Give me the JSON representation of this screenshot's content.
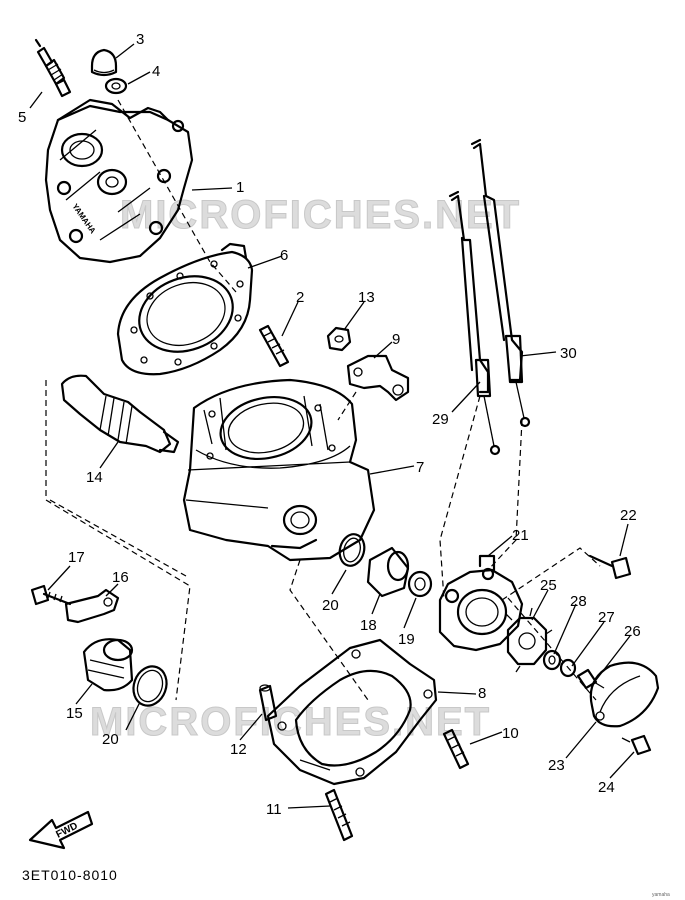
{
  "watermarks": [
    "MICROFICHES.NET",
    "MICROFICHES.NET"
  ],
  "diagram_code": "3ET010-8010",
  "fwd_label": "FWD",
  "head_brand": "YAMAHA",
  "corner_mark": "yamaha",
  "callouts": [
    {
      "id": "c1",
      "label": "1"
    },
    {
      "id": "c2",
      "label": "2"
    },
    {
      "id": "c3",
      "label": "3"
    },
    {
      "id": "c4",
      "label": "4"
    },
    {
      "id": "c5",
      "label": "5"
    },
    {
      "id": "c6",
      "label": "6"
    },
    {
      "id": "c7",
      "label": "7"
    },
    {
      "id": "c8",
      "label": "8"
    },
    {
      "id": "c9",
      "label": "9"
    },
    {
      "id": "c10",
      "label": "10"
    },
    {
      "id": "c11",
      "label": "11"
    },
    {
      "id": "c12",
      "label": "12"
    },
    {
      "id": "c13",
      "label": "13"
    },
    {
      "id": "c14",
      "label": "14"
    },
    {
      "id": "c15",
      "label": "15"
    },
    {
      "id": "c16",
      "label": "16"
    },
    {
      "id": "c17",
      "label": "17"
    },
    {
      "id": "c18",
      "label": "18"
    },
    {
      "id": "c19",
      "label": "19"
    },
    {
      "id": "c20a",
      "label": "20"
    },
    {
      "id": "c20b",
      "label": "20"
    },
    {
      "id": "c21",
      "label": "21"
    },
    {
      "id": "c22",
      "label": "22"
    },
    {
      "id": "c23",
      "label": "23"
    },
    {
      "id": "c24",
      "label": "24"
    },
    {
      "id": "c25",
      "label": "25"
    },
    {
      "id": "c26",
      "label": "26"
    },
    {
      "id": "c27",
      "label": "27"
    },
    {
      "id": "c28",
      "label": "28"
    },
    {
      "id": "c29",
      "label": "29"
    },
    {
      "id": "c30",
      "label": "30"
    }
  ]
}
